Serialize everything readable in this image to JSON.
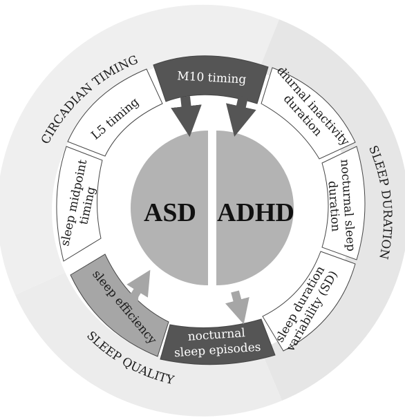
{
  "diagram": {
    "center": {
      "left_label": "ASD",
      "right_label": "ADHD"
    },
    "groups": {
      "circadian": "CIRCADIAN TIMING",
      "duration": "SLEEP DURATION",
      "quality": "SLEEP QUALITY"
    },
    "segments": {
      "m10": "M10 timing",
      "l5": "L5 timing",
      "midpoint": [
        "sleep midpoint",
        "timing"
      ],
      "diurnal": [
        "diurnal inactivity",
        "duration"
      ],
      "nocturnal_duration": [
        "nocturnal sleep",
        "duration"
      ],
      "variability": [
        "sleep duration",
        "variability (SD)"
      ],
      "episodes": [
        "nocturnal",
        "sleep episodes"
      ],
      "efficiency": "sleep efficiency"
    },
    "colors": {
      "highlight_dark": "#555555",
      "highlight_mid": "#a6a6a6",
      "center_fill": "#b3b3b3",
      "sector_light": "#efefef",
      "sector_mid": "#e4e4e4"
    }
  }
}
